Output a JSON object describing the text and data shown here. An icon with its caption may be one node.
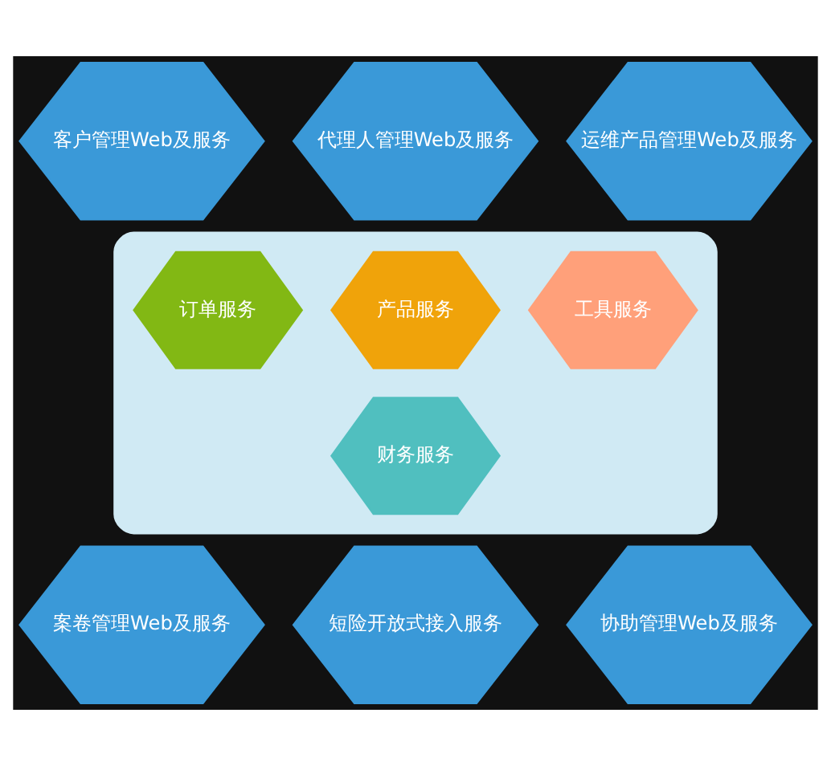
{
  "diagram": {
    "nodes": [
      {
        "text": [
          "代理人管理Web及服务"
        ]
      },
      {
        "text": [
          "客户管理Web及服务"
        ]
      },
      {
        "text": [
          "运维产品管理Web及服务"
        ]
      },
      {
        "text": [],
        "shape": "octagon"
      },
      {
        "text": [
          "产品服务"
        ],
        "in": 3
      },
      {
        "text": [
          "订单服务"
        ],
        "in": 3
      },
      {
        "text": [
          "工具服务"
        ],
        "in": 3
      },
      {
        "text": [
          "财务服务"
        ],
        "in": 3
      },
      {
        "text": [
          "案卷管理Web及服务"
        ]
      },
      {
        "text": [
          "短险开放式接入服务"
        ]
      },
      {
        "text": [
          "协助管理Web及服务"
        ]
      }
    ],
    "edges": []
  }
}
